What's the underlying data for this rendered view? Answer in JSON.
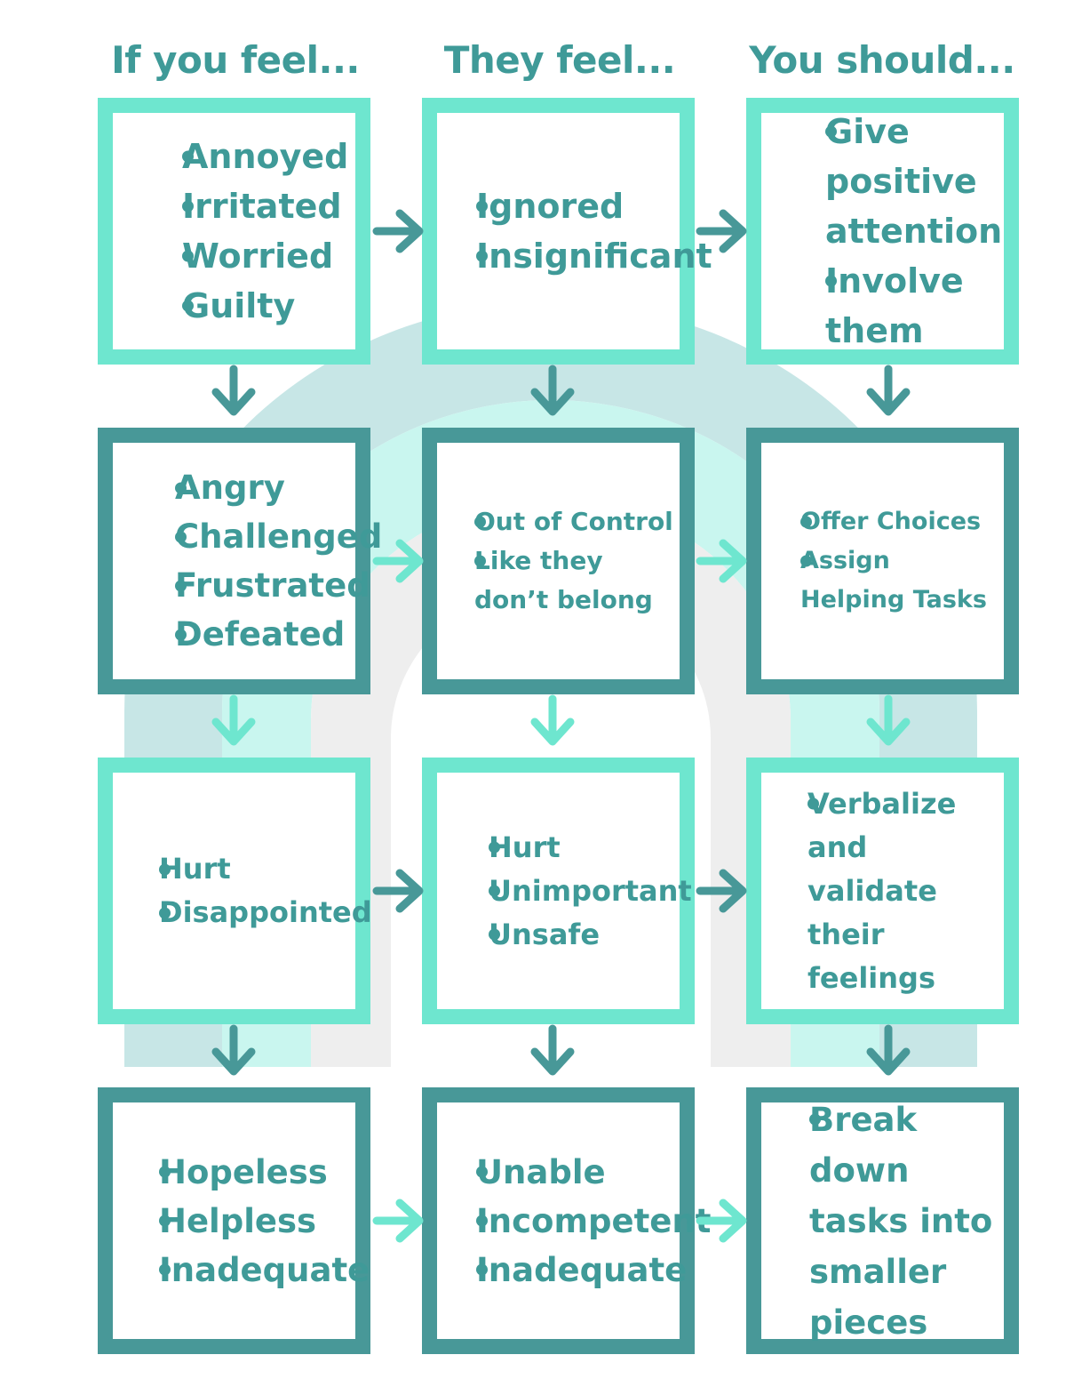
{
  "headers": [
    "If you feel...",
    "They feel...",
    "You should..."
  ],
  "rows": [
    {
      "style": "light",
      "cells": [
        [
          "Annoyed",
          "Irritated",
          "Worried",
          "Guilty"
        ],
        [
          "Ignored",
          "Insignificant"
        ],
        [
          "Give positive attention",
          "Involve them"
        ]
      ]
    },
    {
      "style": "dark",
      "cells": [
        [
          "Angry",
          "Challenged",
          "Frustrated",
          "Defeated"
        ],
        [
          "Out of Control",
          "Like they don’t belong"
        ],
        [
          "Offer Choices",
          "Assign Helping Tasks"
        ]
      ]
    },
    {
      "style": "light",
      "cells": [
        [
          "Hurt",
          "Disappointed"
        ],
        [
          "Hurt",
          "Unimportant",
          "Unsafe"
        ],
        [
          "Verbalize and validate their feelings"
        ]
      ]
    },
    {
      "style": "dark",
      "cells": [
        [
          "Hopeless",
          "Helpless",
          "Inadequate"
        ],
        [
          "Unable",
          "Incompetent",
          "Inadequate"
        ],
        [
          "Break down tasks into smaller pieces"
        ]
      ]
    }
  ],
  "colors": {
    "light": "#6ee6cf",
    "dark": "#489898",
    "text": "#3f9a98",
    "background_rainbow_outer": "#c7e6e6",
    "background_rainbow_middle": "#c9f6ef",
    "background_rainbow_inner": "#eeeeee"
  },
  "icons": [
    "arrow-right-icon",
    "arrow-down-icon",
    "rainbow-watermark"
  ]
}
